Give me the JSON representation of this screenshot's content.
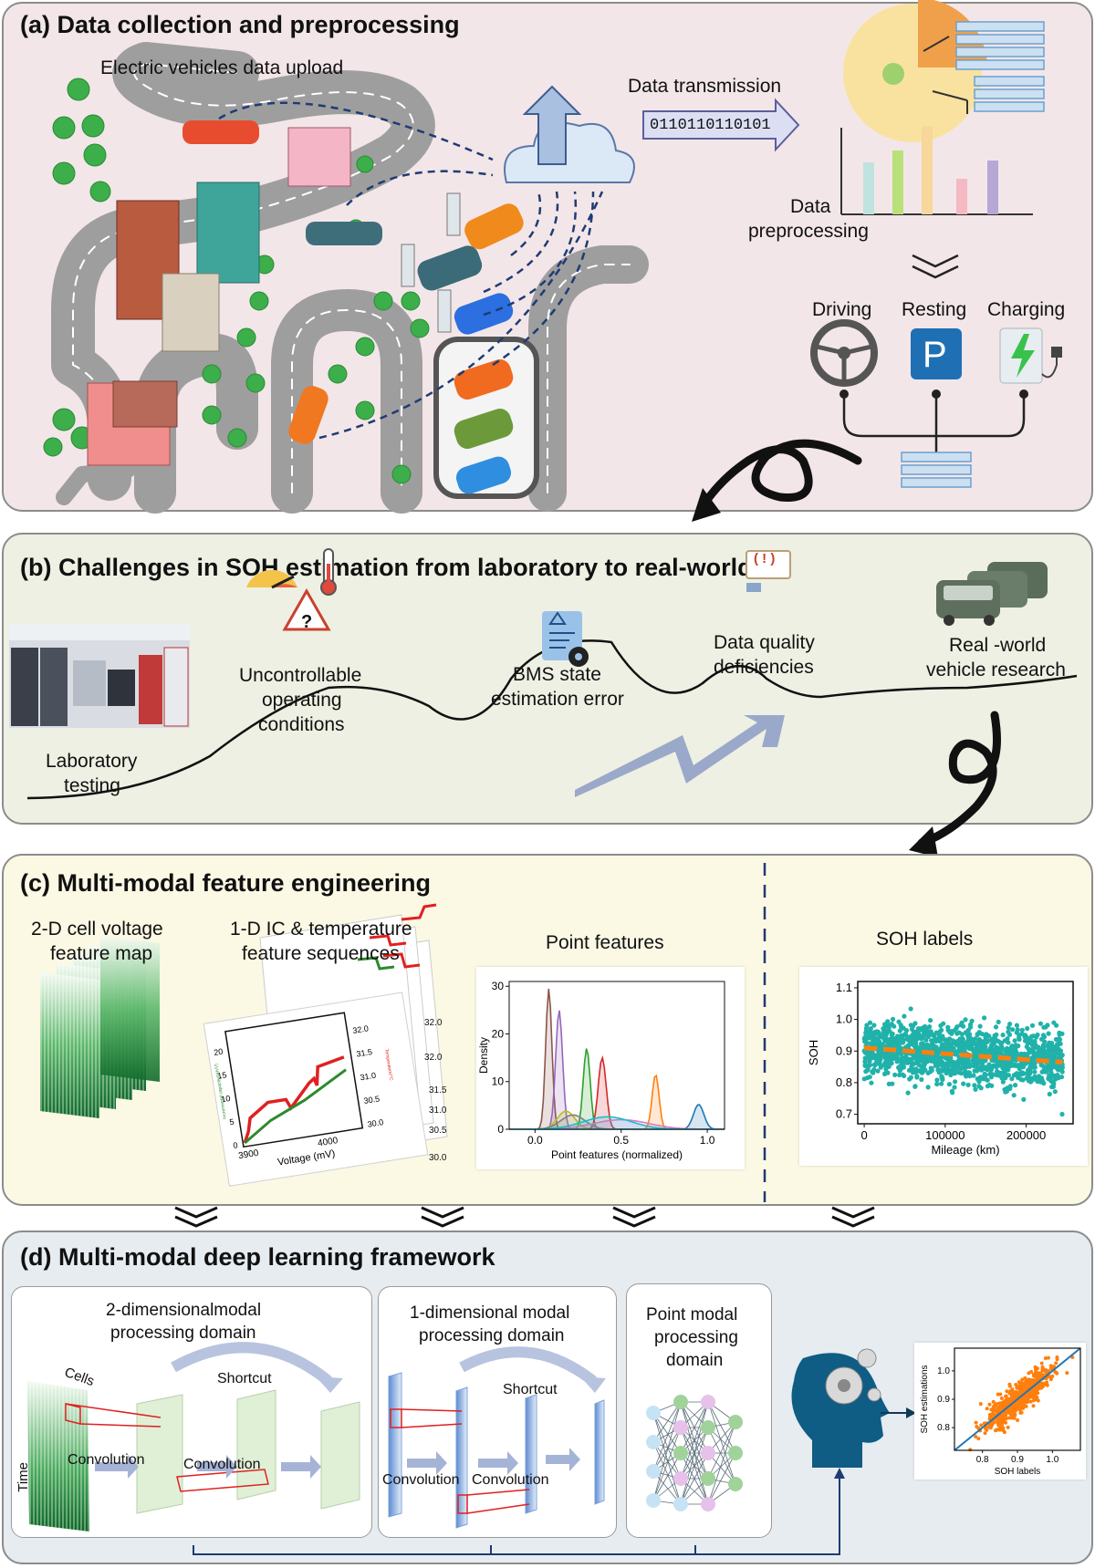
{
  "panel_a": {
    "title": "(a) Data collection and preprocessing",
    "ev_upload": "Electric vehicles data upload",
    "data_transmission": "Data transmission",
    "binary": "0110110110101",
    "data_preprocessing_1": "Data",
    "data_preprocessing_2": "preprocessing",
    "modes": [
      "Driving",
      "Resting",
      "Charging"
    ],
    "parking_letter": "P"
  },
  "panel_b": {
    "title": "(b) Challenges in SOH estimation from laboratory to real-world",
    "lab_1": "Laboratory",
    "lab_2": "testing",
    "unc_1": "Uncontrollable",
    "unc_2": "operating",
    "unc_3": "conditions",
    "bms_1": "BMS state",
    "bms_2": "estimation error",
    "dq_1": "Data quality",
    "dq_2": "deficiencies",
    "rw_1": "Real -world",
    "rw_2": "vehicle research",
    "question_mark": "?",
    "exclaim": "( ! )"
  },
  "panel_c": {
    "title": "(c) Multi-modal feature engineering",
    "map_1": "2-D cell voltage",
    "map_2": "feature map",
    "seq_1": "1-D IC & temperature",
    "seq_2": "feature sequences",
    "point_features": "Point features",
    "soh_labels": "SOH labels",
    "ic_plot": {
      "xlabel": "Voltage (mV)",
      "x_ticks": [
        "3900",
        "4000"
      ],
      "y_ticks_left": [
        "0",
        "5",
        "10",
        "15",
        "20"
      ],
      "y_ticks_right": [
        "30.0",
        "30.5",
        "31.0",
        "31.5",
        "32.0"
      ],
      "ylabel_left": "Incremental capacity/(Ah/V)",
      "ylabel_right": "Temperature/°C",
      "back_ticks": [
        "32.0",
        "32.0",
        "31.5",
        "31.0",
        "30.5",
        "30.0"
      ]
    }
  },
  "panel_d": {
    "title": "(d) Multi-modal deep learning framework",
    "d2_1": "2-dimensionalmodal",
    "d2_2": "processing domain",
    "d1_1": "1-dimensional modal",
    "d1_2": "processing domain",
    "pm_1": "Point modal",
    "pm_2": "processing",
    "pm_3": "domain",
    "cells": "Cells",
    "time": "Time",
    "convolution": "Convolution",
    "shortcut": "Shortcut"
  },
  "chart_data": [
    {
      "type": "line",
      "title": "",
      "xlabel": "Point features (normalized)",
      "ylabel": "Density",
      "xlim": [
        -0.15,
        1.1
      ],
      "ylim": [
        0,
        31
      ],
      "x_ticks": [
        0.0,
        0.5,
        1.0
      ],
      "y_ticks": [
        0,
        10,
        20,
        30
      ],
      "series": [
        {
          "color": "#8c564b",
          "mu": 0.08,
          "sigma": 0.018,
          "peak": 29.5
        },
        {
          "color": "#9467bd",
          "mu": 0.14,
          "sigma": 0.02,
          "peak": 25.0
        },
        {
          "color": "#2ca02c",
          "mu": 0.3,
          "sigma": 0.02,
          "peak": 17.0
        },
        {
          "color": "#d62728",
          "mu": 0.39,
          "sigma": 0.023,
          "peak": 15.0
        },
        {
          "color": "#ff7f0e",
          "mu": 0.7,
          "sigma": 0.02,
          "peak": 11.5
        },
        {
          "color": "#1f77b4",
          "mu": 0.95,
          "sigma": 0.03,
          "peak": 5.2
        },
        {
          "color": "#bcbd22",
          "mu": 0.18,
          "sigma": 0.05,
          "peak": 3.8
        },
        {
          "color": "#7f7f7f",
          "mu": 0.22,
          "sigma": 0.07,
          "peak": 3.0
        },
        {
          "color": "#e377c2",
          "mu": 0.5,
          "sigma": 0.16,
          "peak": 2.0
        },
        {
          "color": "#17becf",
          "mu": 0.42,
          "sigma": 0.14,
          "peak": 2.6
        }
      ]
    },
    {
      "type": "scatter",
      "title": "",
      "xlabel": "Mileage (km)",
      "ylabel": "SOH",
      "xlim": [
        -8000,
        258000
      ],
      "ylim": [
        0.67,
        1.12
      ],
      "x_ticks": [
        0,
        100000,
        200000
      ],
      "x_tick_labels": [
        "0",
        "100000",
        "200000"
      ],
      "y_ticks": [
        0.7,
        0.8,
        0.9,
        1.0,
        1.1
      ],
      "y_tick_labels": [
        "0.7",
        "0.8",
        "0.9",
        "1.0",
        "1.1"
      ],
      "point_color": "#20b2aa",
      "trend": {
        "color": "#ff7f0e",
        "x": [
          0,
          245000
        ],
        "y": [
          0.91,
          0.865
        ]
      },
      "n_points": 1400,
      "noise_sd": 0.045
    },
    {
      "type": "scatter",
      "title": "",
      "xlabel": "SOH labels",
      "ylabel": "SOH estimations",
      "xlim": [
        0.72,
        1.08
      ],
      "ylim": [
        0.72,
        1.08
      ],
      "x_ticks": [
        0.8,
        0.9,
        1.0
      ],
      "x_tick_labels": [
        "0.8",
        "0.9",
        "1.0"
      ],
      "y_ticks": [
        0.8,
        0.9,
        1.0
      ],
      "y_tick_labels": [
        "0.8",
        "0.9",
        "1.0"
      ],
      "point_color": "#ff7f0e",
      "diag_color": "#1f77b4",
      "n_points": 700,
      "center": 0.9
    }
  ]
}
